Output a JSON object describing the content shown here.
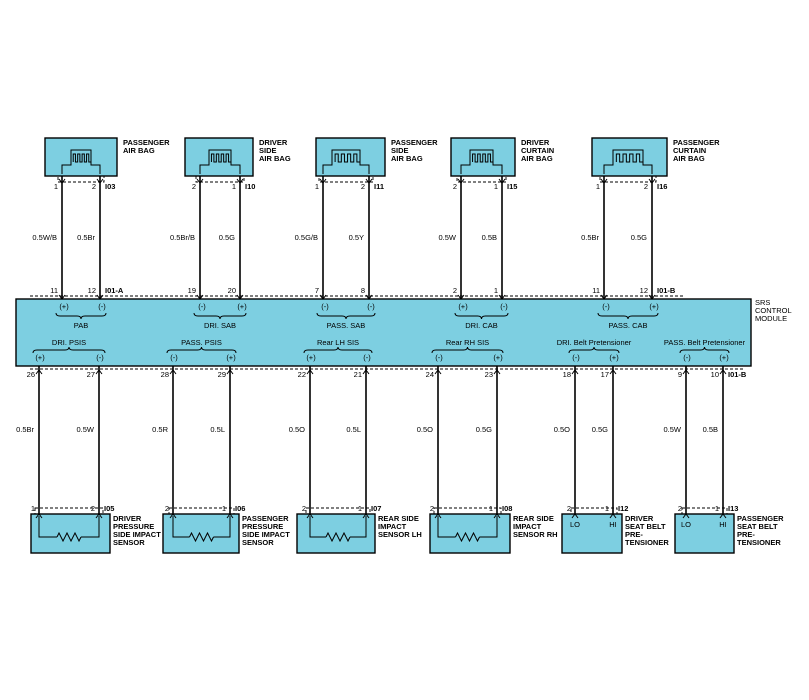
{
  "colors": {
    "component_fill": "#7dcfe1",
    "line": "#000000",
    "background": "#ffffff"
  },
  "top_components": [
    {
      "label": [
        "PASSENGER",
        "AIR BAG"
      ],
      "connector": "I03",
      "pins": [
        "1",
        "2"
      ],
      "wires": [
        "0.5W/B",
        "0.5Br"
      ],
      "module_pins": [
        "11",
        "12"
      ],
      "module_connector": "I01-A",
      "group": "PAB",
      "polarity": [
        "(+)",
        "(-)"
      ]
    },
    {
      "label": [
        "DRIVER",
        "SIDE",
        "AIR BAG"
      ],
      "connector": "I10",
      "pins": [
        "2",
        "1"
      ],
      "wires": [
        "0.5Br/B",
        "0.5G"
      ],
      "module_pins": [
        "19",
        "20"
      ],
      "module_connector": "",
      "group": "DRI. SAB",
      "polarity": [
        "(-)",
        "(+)"
      ]
    },
    {
      "label": [
        "PASSENGER",
        "SIDE",
        "AIR BAG"
      ],
      "connector": "I11",
      "pins": [
        "1",
        "2"
      ],
      "wires": [
        "0.5G/B",
        "0.5Y"
      ],
      "module_pins": [
        "7",
        "8"
      ],
      "module_connector": "",
      "group": "PASS. SAB",
      "polarity": [
        "(-)",
        "(-)"
      ]
    },
    {
      "label": [
        "DRIVER",
        "CURTAIN",
        "AIR BAG"
      ],
      "connector": "I15",
      "pins": [
        "2",
        "1"
      ],
      "wires": [
        "0.5W",
        "0.5B"
      ],
      "module_pins": [
        "2",
        "1"
      ],
      "module_connector": "",
      "group": "DRI. CAB",
      "polarity": [
        "(+)",
        "(-)"
      ]
    },
    {
      "label": [
        "PASSENGER",
        "CURTAIN",
        "AIR BAG"
      ],
      "connector": "I16",
      "pins": [
        "1",
        "2"
      ],
      "wires": [
        "0.5Br",
        "0.5G"
      ],
      "module_pins": [
        "11",
        "12"
      ],
      "module_connector": "I01-B",
      "group": "PASS. CAB",
      "polarity": [
        "(-)",
        "(+)"
      ]
    }
  ],
  "module": {
    "label": [
      "SRS",
      "CONTROL",
      "MODULE"
    ],
    "bottom_connector": "I01-B"
  },
  "bottom_components": [
    {
      "label": [
        "DRIVER",
        "PRESSURE",
        "SIDE IMPACT",
        "SENSOR"
      ],
      "connector": "I05",
      "pins": [
        "1",
        "2"
      ],
      "wires": [
        "0.5Br",
        "0.5W"
      ],
      "module_pins": [
        "26",
        "27"
      ],
      "group": "DRI. PSIS",
      "polarity": [
        "(+)",
        "(-)"
      ],
      "inner": ""
    },
    {
      "label": [
        "PASSENGER",
        "PRESSURE",
        "SIDE IMPACT",
        "SENSOR"
      ],
      "connector": "I06",
      "pins": [
        "2",
        "1"
      ],
      "wires": [
        "0.5R",
        "0.5L"
      ],
      "module_pins": [
        "28",
        "29"
      ],
      "group": "PASS. PSIS",
      "polarity": [
        "(-)",
        "(+)"
      ],
      "inner": ""
    },
    {
      "label": [
        "REAR SIDE",
        "IMPACT",
        "SENSOR LH"
      ],
      "connector": "I07",
      "pins": [
        "2",
        "1"
      ],
      "wires": [
        "0.5O",
        "0.5L"
      ],
      "module_pins": [
        "22",
        "21"
      ],
      "group": "Rear LH SIS",
      "polarity": [
        "(+)",
        "(-)"
      ],
      "inner": ""
    },
    {
      "label": [
        "REAR SIDE",
        "IMPACT",
        "SENSOR RH"
      ],
      "connector": "I08",
      "pins": [
        "2",
        "1"
      ],
      "wires": [
        "0.5O",
        "0.5G"
      ],
      "module_pins": [
        "24",
        "23"
      ],
      "group": "Rear RH SIS",
      "polarity": [
        "(-)",
        "(+)"
      ],
      "inner": ""
    },
    {
      "label": [
        "DRIVER",
        "SEAT BELT",
        "PRE-",
        "TENSIONER"
      ],
      "connector": "I12",
      "pins": [
        "2",
        "1"
      ],
      "wires": [
        "0.5O",
        "0.5G"
      ],
      "module_pins": [
        "18",
        "17"
      ],
      "group": "DRI. Belt Pretensioner",
      "polarity": [
        "(-)",
        "(+)"
      ],
      "inner": [
        "LO",
        "HI"
      ]
    },
    {
      "label": [
        "PASSENGER",
        "SEAT BELT",
        "PRE-",
        "TENSIONER"
      ],
      "connector": "I13",
      "pins": [
        "2",
        "1"
      ],
      "wires": [
        "0.5W",
        "0.5B"
      ],
      "module_pins": [
        "9",
        "10"
      ],
      "group": "PASS. Belt Pretensioner",
      "polarity": [
        "(-)",
        "(+)"
      ],
      "inner": [
        "LO",
        "HI"
      ]
    }
  ]
}
